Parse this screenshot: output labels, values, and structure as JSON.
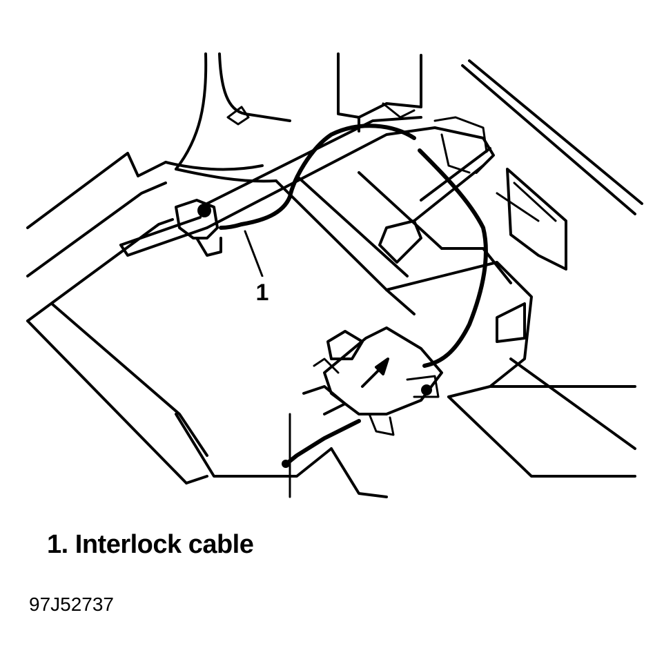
{
  "callout": {
    "number": "1"
  },
  "legend": {
    "items": [
      {
        "number": "1.",
        "label": "Interlock cable"
      }
    ]
  },
  "figure_id": "97J52737"
}
